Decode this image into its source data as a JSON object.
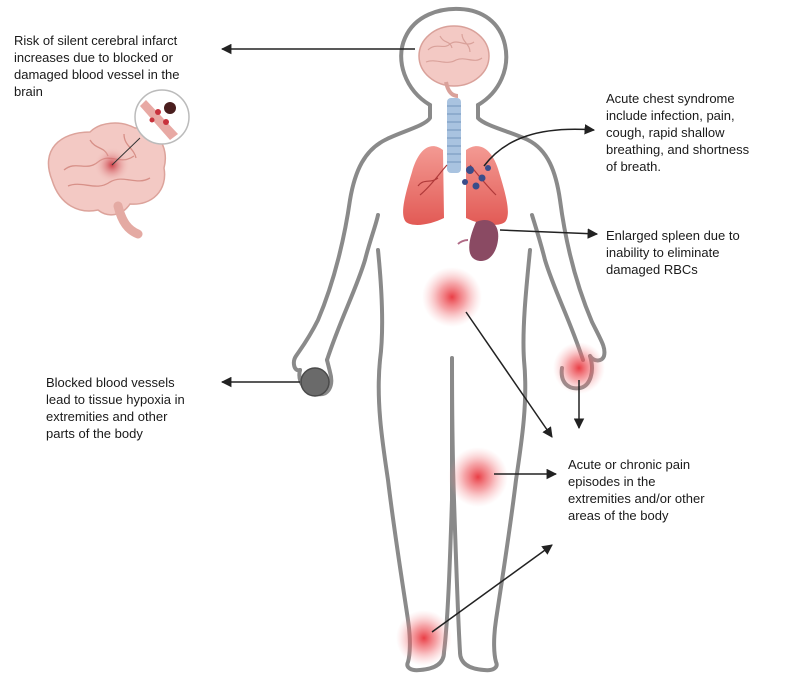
{
  "annotations": {
    "brain": {
      "lines": [
        "Risk of silent cerebral infarct",
        "increases due to blocked or",
        "damaged blood vessel in the",
        "brain"
      ]
    },
    "chest": {
      "lines": [
        "Acute chest syndrome",
        "include infection, pain,",
        "cough, rapid shallow",
        "breathing, and shortness",
        "of breath."
      ]
    },
    "spleen": {
      "lines": [
        "Enlarged spleen due to",
        "inability to eliminate",
        "damaged RBCs"
      ]
    },
    "vessels": {
      "lines": [
        "Blocked blood vessels",
        "lead to tissue hypoxia in",
        "extremities and other",
        "parts of the body"
      ]
    },
    "pain": {
      "lines": [
        "Acute or chronic pain",
        "episodes in the",
        "extremities and/or other",
        "areas of the body"
      ]
    }
  },
  "colors": {
    "body_outline": "#8a8a8a",
    "arrow": "#222222",
    "lung": "#e9736b",
    "trachea": "#a9c3e0",
    "spleen": "#8a4a63",
    "brain": "#f3c9c4",
    "pain_glow": "#e8343c",
    "blocked_hand": "#5a5a5a"
  }
}
